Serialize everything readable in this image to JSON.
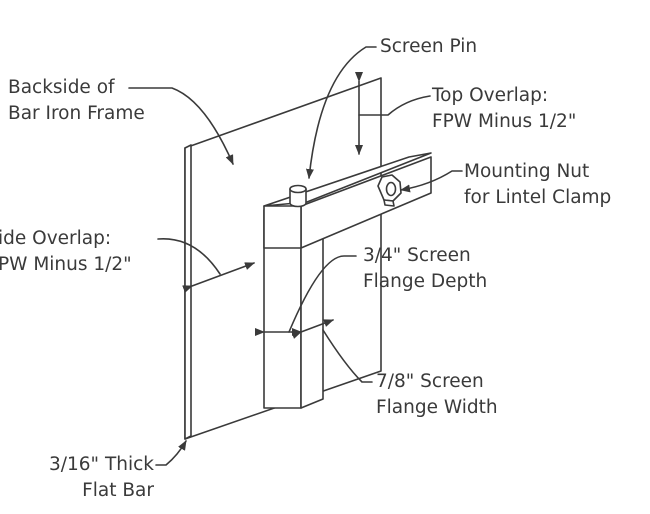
{
  "labels": {
    "backside": [
      "Backside of",
      "Bar Iron Frame"
    ],
    "screen_pin": "Screen Pin",
    "top_overlap": [
      "Top Overlap:",
      "FPW Minus 1/2\""
    ],
    "mounting_nut": [
      "Mounting Nut",
      "for Lintel Clamp"
    ],
    "side_overlap": [
      "ide Overlap:",
      "PW Minus 1/2\""
    ],
    "flange_depth": [
      "3/4\" Screen",
      "Flange Depth"
    ],
    "flange_width": [
      "7/8\" Screen",
      "Flange Width"
    ],
    "flat_bar": [
      "3/16\" Thick",
      "Flat Bar"
    ]
  },
  "colors": {
    "line": "#3a3a3a",
    "text": "#3a3a3a",
    "background": "#ffffff"
  }
}
